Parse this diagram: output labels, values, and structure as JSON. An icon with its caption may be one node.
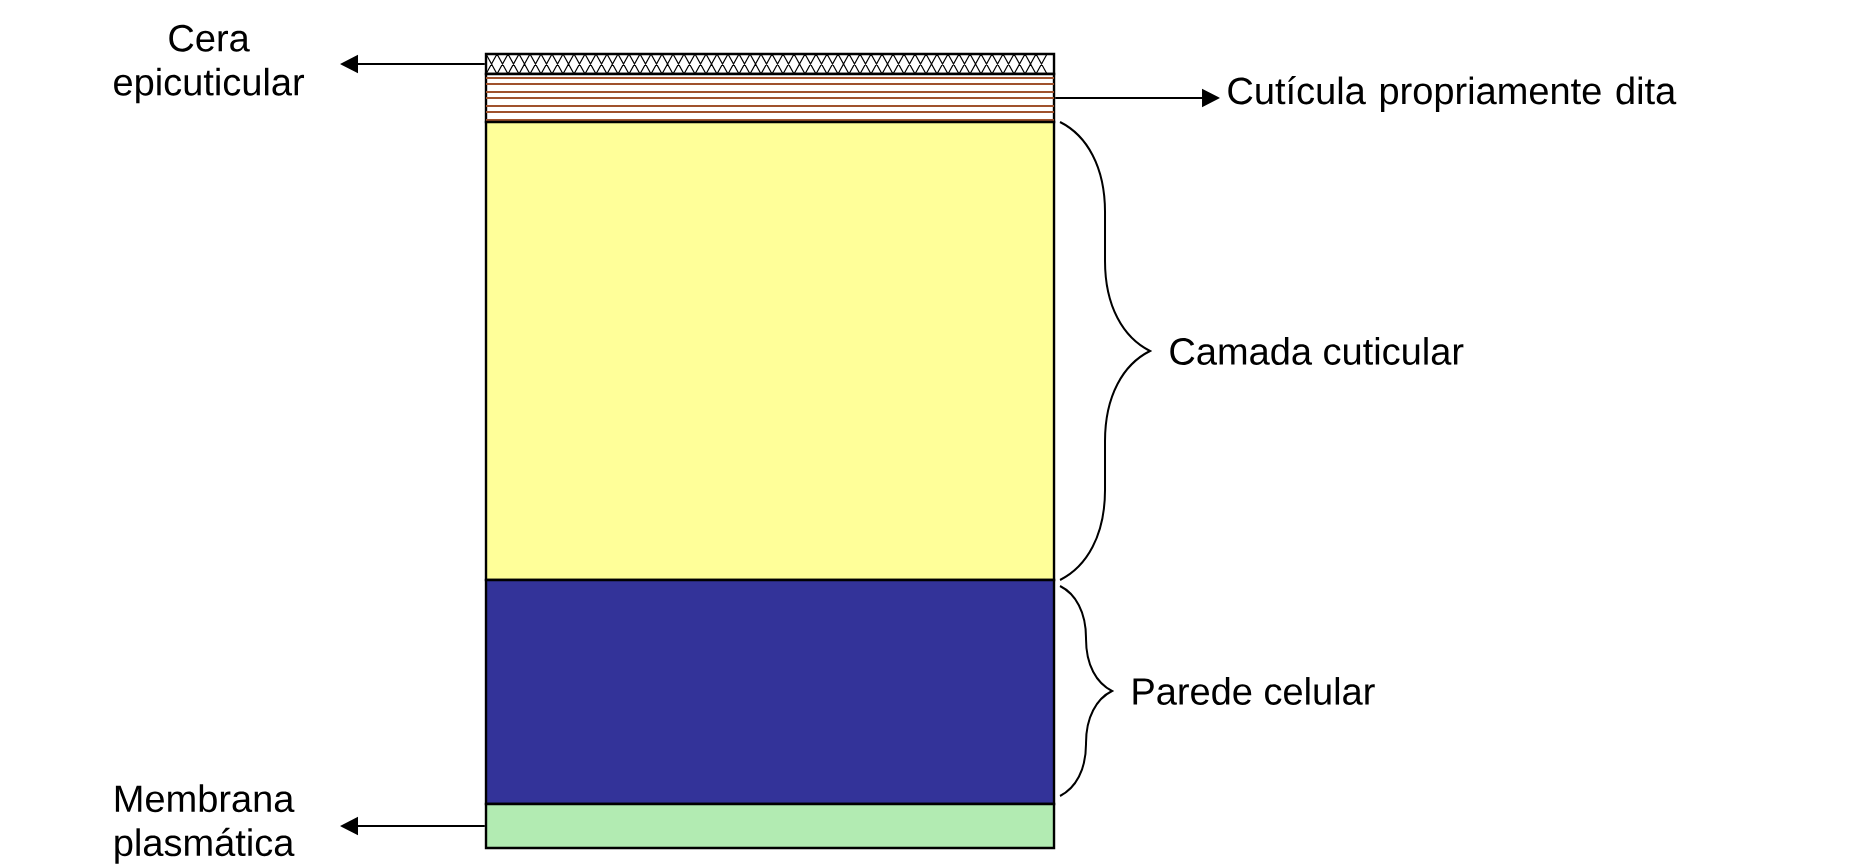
{
  "diagram": {
    "nodes": [
      {
        "text": [
          "Cera epicuticular"
        ]
      },
      {
        "text": [],
        "shape": "box"
      },
      {
        "text": [],
        "shape": "box"
      },
      {
        "text": [
          "Cutícula propriamente dita"
        ]
      },
      {
        "text": [],
        "shape": "box",
        "beside": [
          "Camada cuticular"
        ]
      },
      {
        "text": [],
        "shape": "box",
        "beside": [
          "Parede celular"
        ]
      },
      {
        "text": [
          "Membrana plasmática"
        ]
      },
      {
        "text": [],
        "shape": "box"
      }
    ],
    "edges": [
      {
        "from": 1,
        "to": 0,
        "arrow": "to"
      },
      {
        "from": 2,
        "to": 3,
        "arrow": "to"
      },
      {
        "from": 7,
        "to": 6,
        "arrow": "to"
      }
    ]
  }
}
